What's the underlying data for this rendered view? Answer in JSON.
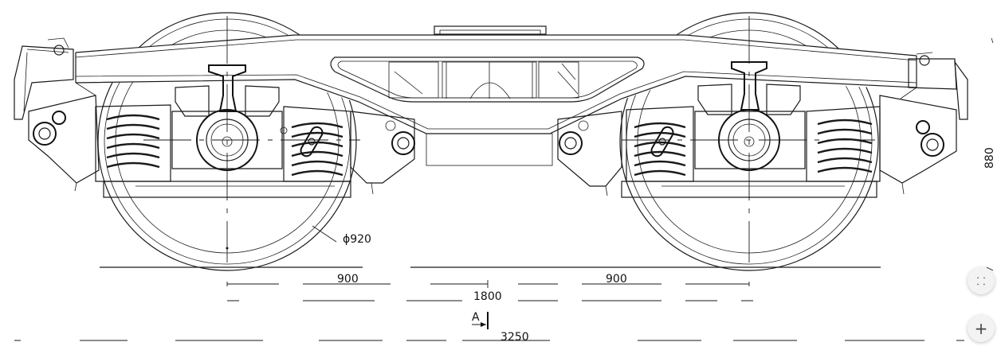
{
  "drawing": {
    "labels": {
      "wheel_diameter": "ϕ920",
      "half_wheelbase_left": "900",
      "half_wheelbase_right": "900",
      "wheelbase": "1800",
      "section_mark": "A",
      "overall_length": "3250",
      "height": "880"
    }
  },
  "controls": {
    "collapse_icon": "collapse-icon",
    "zoom_in_icon": "plus-icon",
    "collapse_glyph": "⸬",
    "zoom_in_glyph": "+"
  }
}
